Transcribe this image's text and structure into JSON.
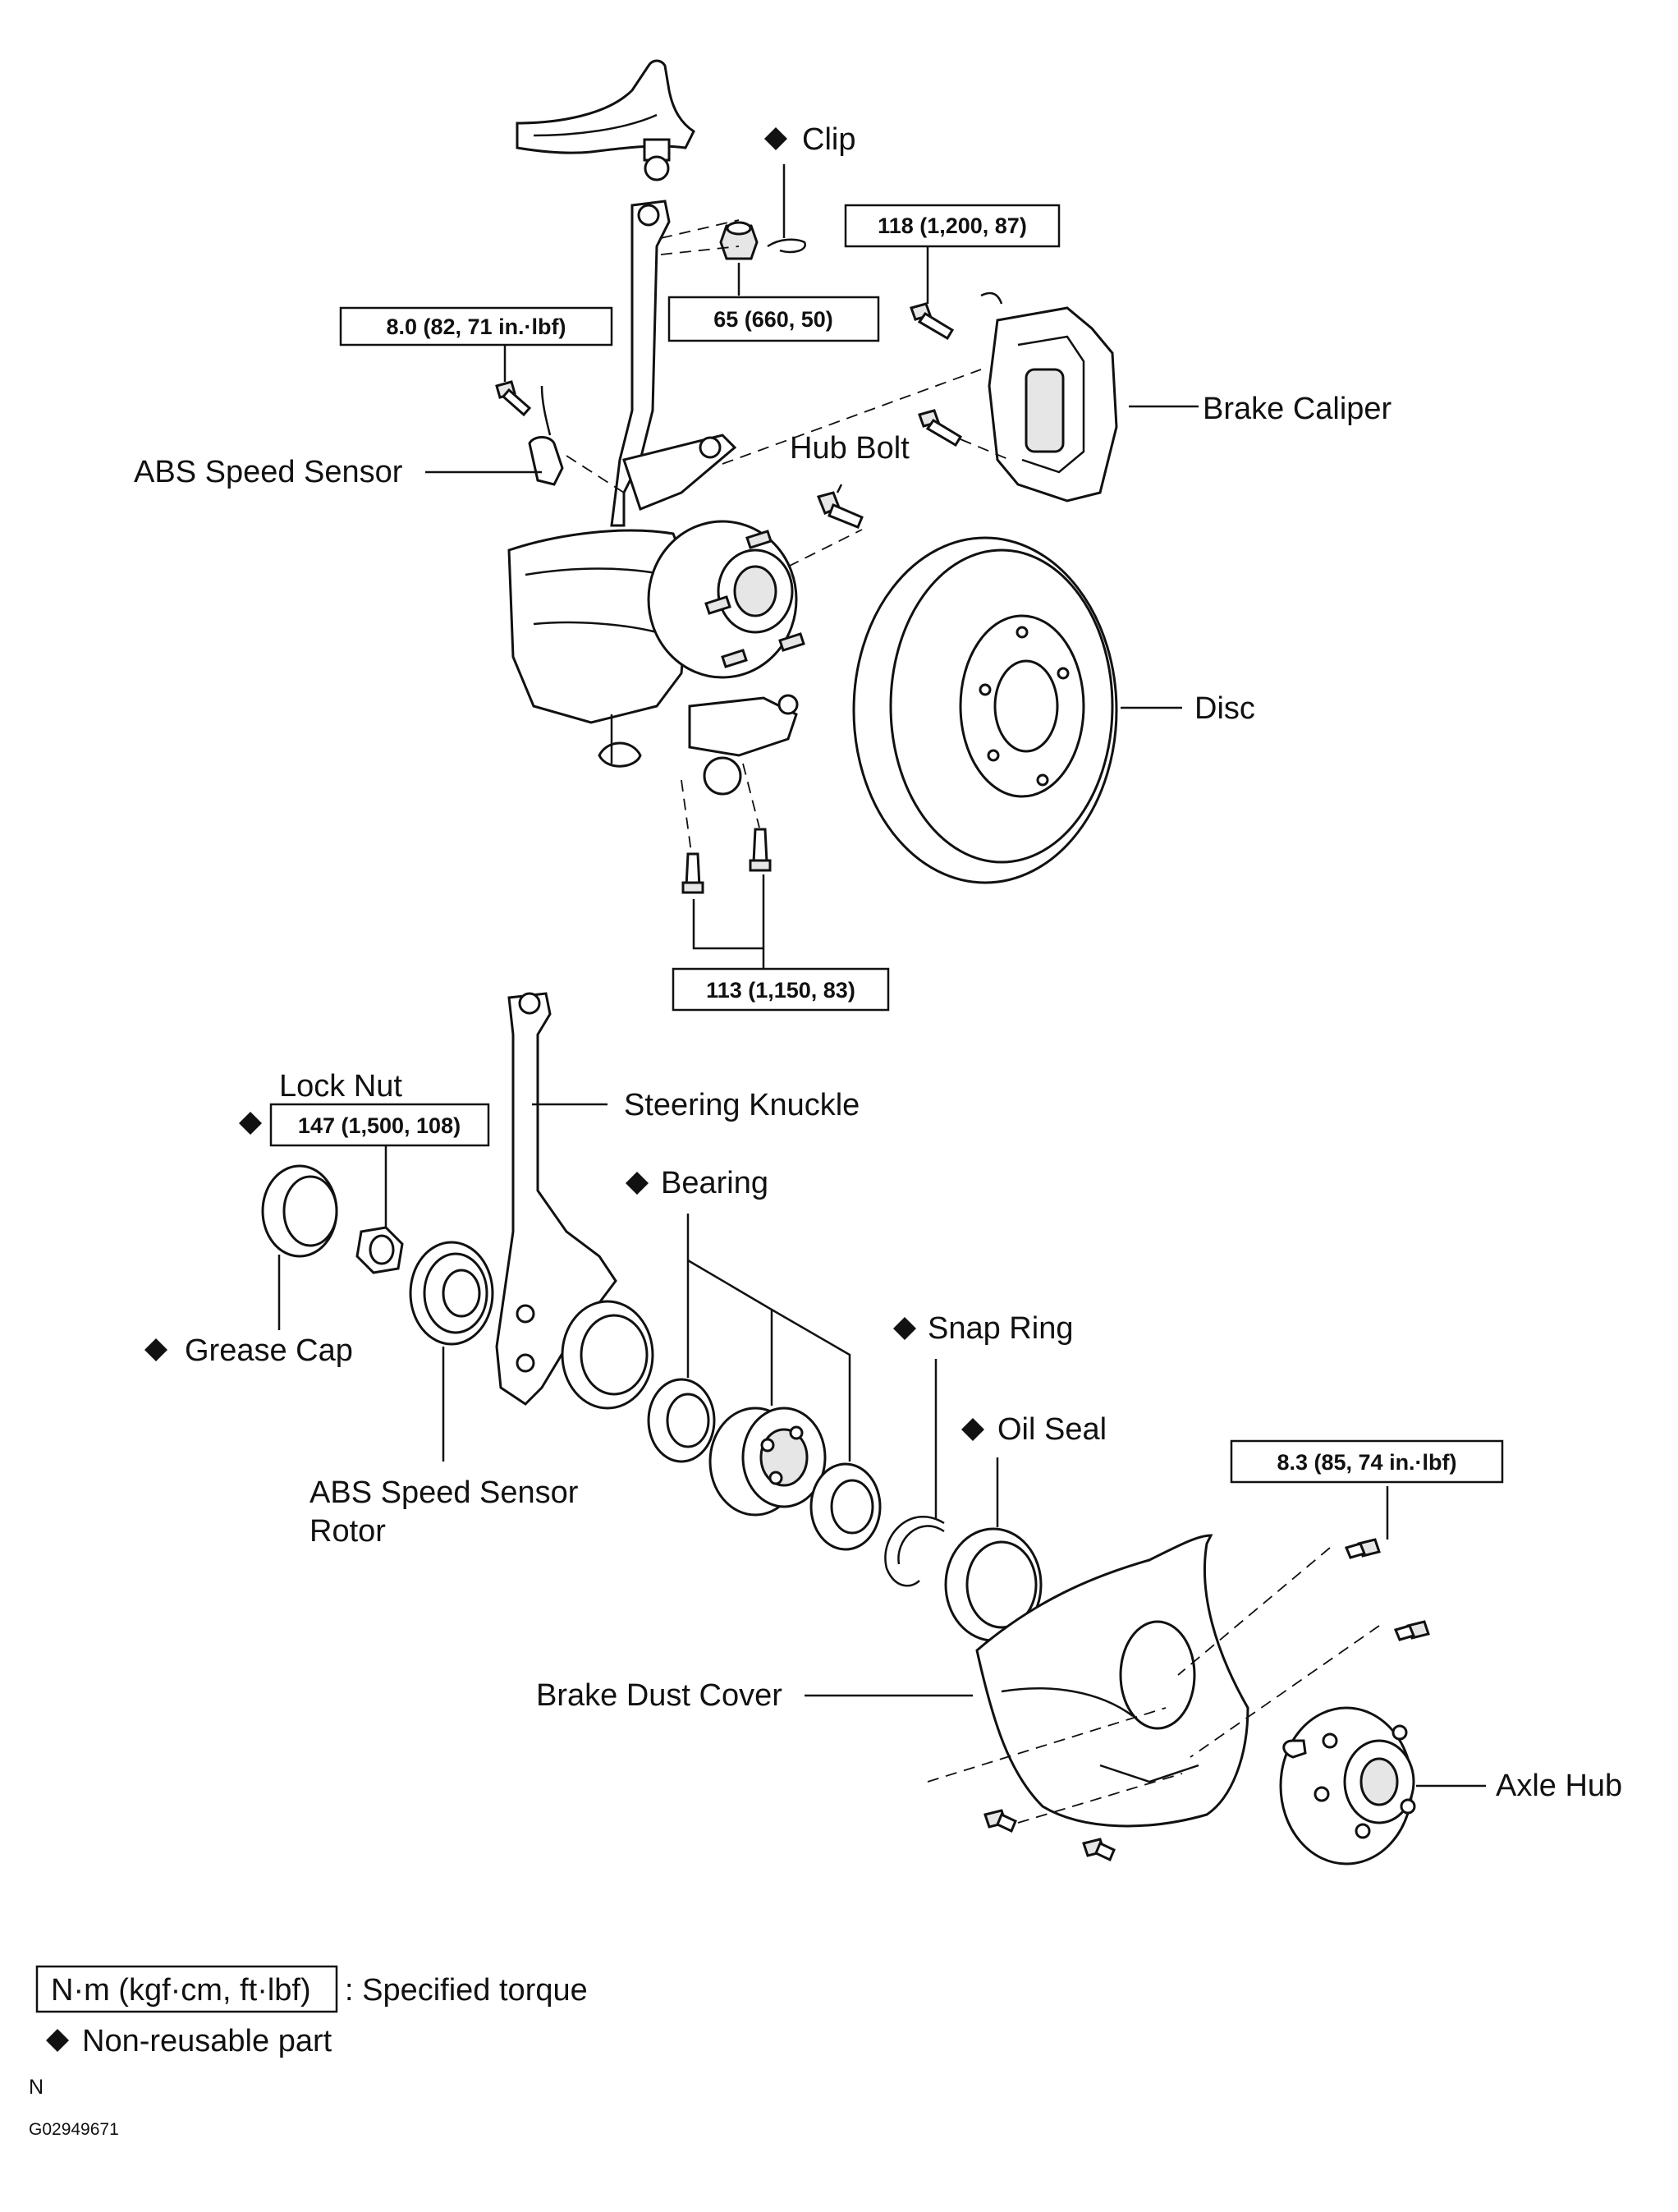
{
  "labels": {
    "clip": "Clip",
    "brake_caliper": "Brake Caliper",
    "abs_speed_sensor": "ABS Speed Sensor",
    "hub_bolt": "Hub Bolt",
    "disc": "Disc",
    "lock_nut": "Lock Nut",
    "steering_knuckle": "Steering Knuckle",
    "bearing": "Bearing",
    "grease_cap": "Grease Cap",
    "snap_ring": "Snap Ring",
    "oil_seal": "Oil Seal",
    "abs_rotor_line1": "ABS Speed Sensor",
    "abs_rotor_line2": "Rotor",
    "brake_dust_cover": "Brake Dust Cover",
    "axle_hub": "Axle Hub"
  },
  "torques": {
    "caliper_bolt": "118 (1,200, 87)",
    "clip_nut": "65 (660, 50)",
    "abs_sensor_bolt": "8.0 (82, 71 in.·lbf)",
    "lower_arm_bolts": "113 (1,150, 83)",
    "lock_nut": "147 (1,500, 108)",
    "dust_cover_bolts": "8.3 (85, 74 in.·lbf)"
  },
  "legend": {
    "torque_unit": "N·m (kgf·cm, ft·lbf)",
    "torque_desc": ": Specified torque",
    "nonreusable_desc": "Non-reusable part"
  },
  "footer": {
    "code_letter": "N",
    "figure_id": "G02949671"
  },
  "icons": {
    "nonreusable_marker": "diamond-icon"
  }
}
